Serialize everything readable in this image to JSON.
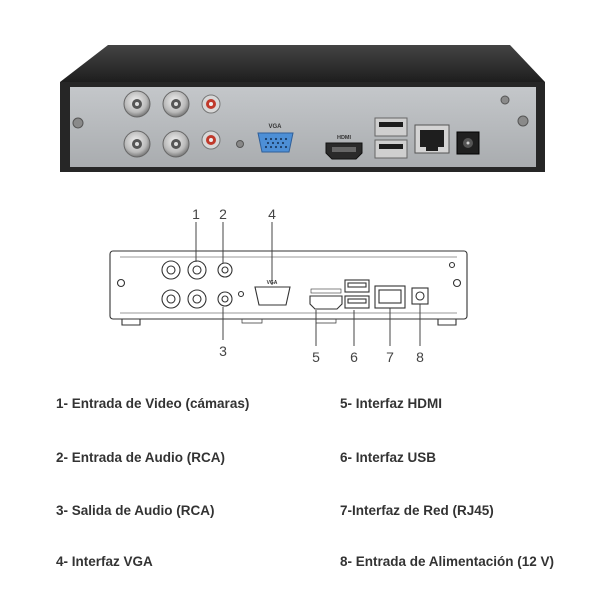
{
  "photo": {
    "panel_labels": {
      "vga": "VGA",
      "hdmi": "HDMI"
    }
  },
  "diagram": {
    "callouts": [
      {
        "number": "1"
      },
      {
        "number": "2"
      },
      {
        "number": "3"
      },
      {
        "number": "4"
      },
      {
        "number": "5"
      },
      {
        "number": "6"
      },
      {
        "number": "7"
      },
      {
        "number": "8"
      }
    ],
    "panel_labels": {
      "vga": "VGA"
    }
  },
  "legend": [
    {
      "text": "1- Entrada de Video (cámaras)"
    },
    {
      "text": "2- Entrada de Audio (RCA)"
    },
    {
      "text": "3- Salida de Audio (RCA)"
    },
    {
      "text": "4- Interfaz VGA"
    },
    {
      "text": "5- Interfaz HDMI"
    },
    {
      "text": "6- Interfaz USB"
    },
    {
      "text": "7-Interfaz de Red (RJ45)"
    },
    {
      "text": "8- Entrada de Alimentación (12 V)"
    }
  ],
  "colors": {
    "chassis_dark": "#2b2b2b",
    "panel_grey": "#b7babd",
    "vga_blue": "#4d8fd6",
    "rca_red": "#c0392b",
    "legend_text": "#333333"
  }
}
